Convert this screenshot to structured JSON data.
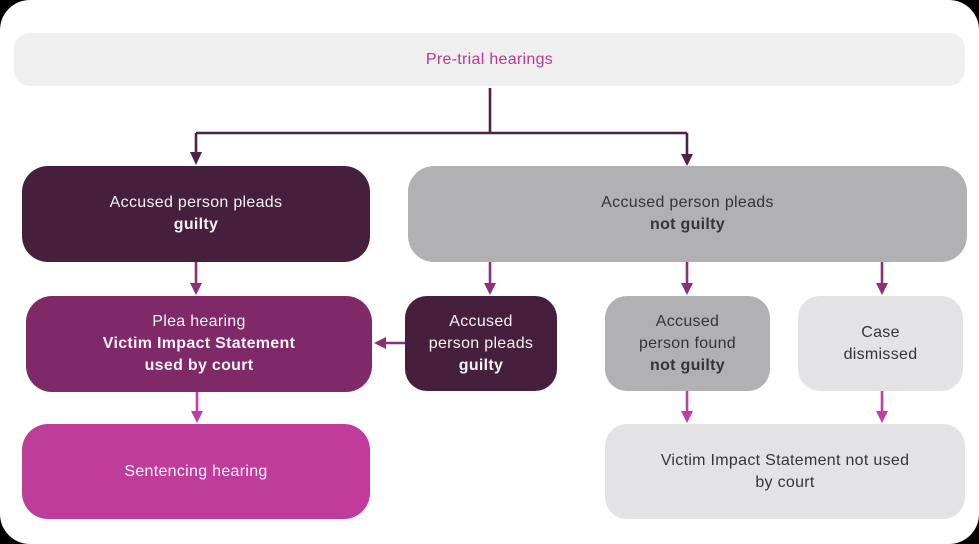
{
  "title": "Pre-trial hearings flowchart",
  "colors": {
    "dark_purple": "#461f3c",
    "mid_purple": "#7f2968",
    "pink": "#bf3c9a",
    "gray": "#b1b0b3",
    "light_gray": "#e3e3e5",
    "pale_gray": "#f0eff0",
    "arrow_dark": "#4f2344",
    "arrow_mid": "#8c2f74",
    "arrow_pink": "#c33e9e",
    "magenta_text": "#b73990",
    "dark_text": "#363439"
  },
  "nodes": {
    "pretrial": {
      "text": "Pre-trial hearings"
    },
    "pleads_guilty": {
      "line1": "Accused person pleads",
      "line2": "guilty"
    },
    "pleads_not_guilty": {
      "line1": "Accused person pleads",
      "line2": "not guilty"
    },
    "plea_hearing": {
      "line1": "Plea hearing",
      "line2": "Victim Impact Statement",
      "line3": "used by court"
    },
    "pleads_guilty_late": {
      "line1": "Accused",
      "line2": "person pleads",
      "line3": "guilty"
    },
    "found_not_guilty": {
      "line1": "Accused",
      "line2": "person found",
      "line3": "not guilty"
    },
    "case_dismissed": {
      "line1": "Case",
      "line2": "dismissed"
    },
    "sentencing": {
      "line1": "Sentencing hearing"
    },
    "vis_not_used": {
      "line1": "Victim Impact Statement not used",
      "line2": "by court"
    }
  }
}
